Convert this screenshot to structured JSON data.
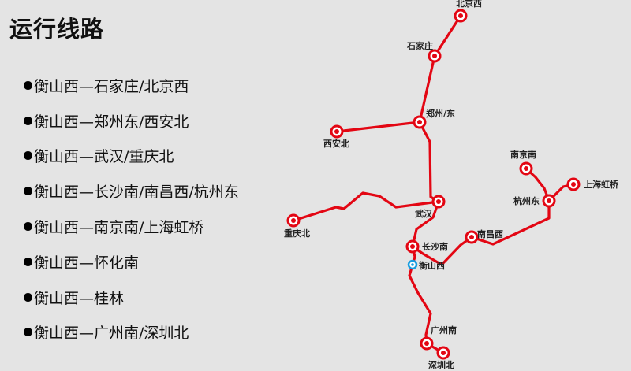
{
  "title": "运行线路",
  "routes": [
    "衡山西—石家庄/北京西",
    "衡山西—郑州东/西安北",
    "衡山西—武汉/重庆北",
    "衡山西—长沙南/南昌西/杭州东",
    "衡山西—南京南/上海虹桥",
    "衡山西—怀化南",
    "衡山西—桂林",
    "衡山西—广州南/深圳北"
  ],
  "map": {
    "line_color": "#e30613",
    "origin_color": "#1a9ee0",
    "stations": {
      "beijingxi": "北京西",
      "shijiazhuang": "石家庄",
      "zhengzhou": "郑州/东",
      "xianbei": "西安北",
      "wuhan": "武汉",
      "chongqingbei": "重庆北",
      "changshanan": "长沙南",
      "hengshanxi": "衡山西",
      "nanchangxi": "南昌西",
      "hangzhoudong": "杭州东",
      "nanjingnan": "南京南",
      "shanghaihongqiao": "上海虹桥",
      "guangzhounan": "广州南",
      "shenzhenbei": "深圳北"
    }
  }
}
